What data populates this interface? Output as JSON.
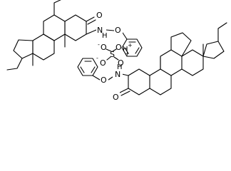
{
  "molecule": {
    "upper_steroid": {
      "oxo_label": "O",
      "amino_label": "N",
      "amino_h_label": "H",
      "ether_o_label": "O",
      "ammonium_h_label": "H",
      "ammonium_charge": "+"
    },
    "sulfate": {
      "s_label": "S",
      "o_top_left_label": "O",
      "o_top_right_label": "O",
      "o_bottom_left_label": "O",
      "o_bottom_right_label": "O",
      "o_left_charge": "-",
      "o_right_charge": "-"
    },
    "lower_steroid": {
      "oxo_label": "O",
      "amino_label": "N",
      "amino_h_label": "H",
      "ether_o_label": "O",
      "ammonium_charge": "+"
    }
  }
}
